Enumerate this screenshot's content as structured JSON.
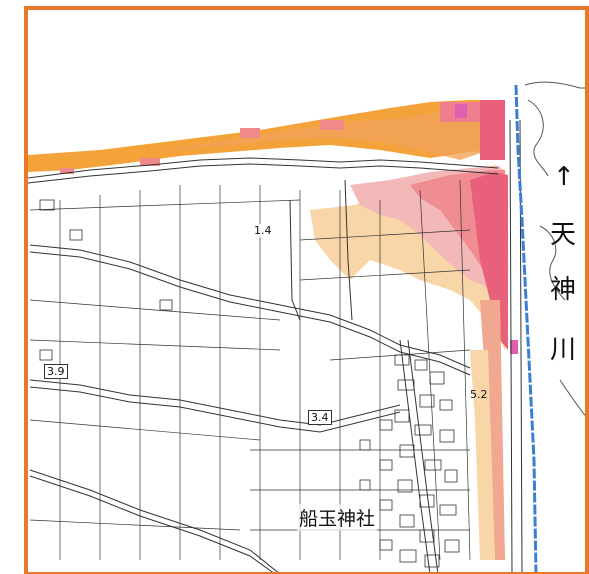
{
  "map": {
    "frame_color": "#e8782a",
    "flood_colors": [
      "#f4a23a",
      "#f08a8a",
      "#e8607a",
      "#f9d6a8",
      "#f3b9b9"
    ],
    "river_line_color": "#3b7fd1",
    "labels": {
      "elev_1": "1.4",
      "elev_2": "3.9",
      "elev_3": "3.4",
      "elev_4": "5.2",
      "arrow": "↑",
      "river_char_1": "天",
      "river_char_2": "神",
      "river_char_3": "川",
      "shrine": "船玉神社"
    }
  }
}
